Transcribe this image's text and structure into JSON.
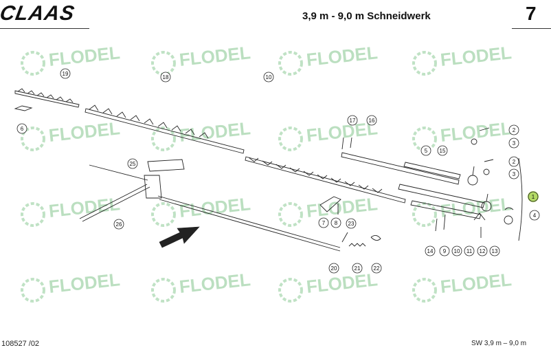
{
  "header": {
    "brand": "CLAAS",
    "title": "3,9 m - 9,0 m Schneidwerk",
    "page_number": "7"
  },
  "footer": {
    "drawing_number": "108527 /02",
    "caption": "SW 3,9 m – 9,0 m"
  },
  "watermark": {
    "brand": "FLODEL",
    "icon": "gear-field-icon",
    "color": "#2e9e3e"
  },
  "colors": {
    "line": "#222222",
    "highlight": "#9acd32"
  },
  "callouts": [
    {
      "label": "19"
    },
    {
      "label": "18"
    },
    {
      "label": "10"
    },
    {
      "label": "6"
    },
    {
      "label": "17"
    },
    {
      "label": "16"
    },
    {
      "label": "2"
    },
    {
      "label": "3"
    },
    {
      "label": "25"
    },
    {
      "label": "5"
    },
    {
      "label": "15"
    },
    {
      "label": "2"
    },
    {
      "label": "3"
    },
    {
      "label": "1"
    },
    {
      "label": "4"
    },
    {
      "label": "7"
    },
    {
      "label": "8"
    },
    {
      "label": "23"
    },
    {
      "label": "26"
    },
    {
      "label": "14"
    },
    {
      "label": "9"
    },
    {
      "label": "10"
    },
    {
      "label": "11"
    },
    {
      "label": "12"
    },
    {
      "label": "13"
    },
    {
      "label": "20"
    },
    {
      "label": "21"
    },
    {
      "label": "22"
    }
  ]
}
